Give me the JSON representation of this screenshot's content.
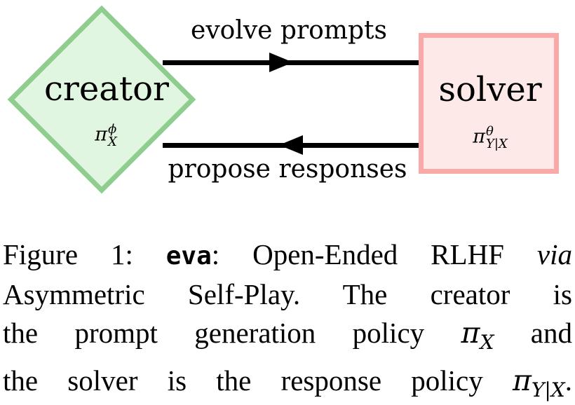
{
  "colors": {
    "green_border": "#8fcd8f",
    "green_fill": "#e0f6e0",
    "pink_border": "#f9a9a7",
    "pink_fill": "#fdeae8",
    "ink": "#000000",
    "bg": "#ffffff"
  },
  "diagram": {
    "creator": {
      "label": "creator",
      "symbol_base": "π",
      "symbol_sup": "ϕ",
      "symbol_sub": "X"
    },
    "solver": {
      "label": "solver",
      "symbol_base": "π",
      "symbol_sup": "θ",
      "symbol_sub": "Y|X"
    },
    "top_arrow_label": "evolve prompts",
    "bottom_arrow_label": "propose responses"
  },
  "caption": {
    "line1_pre": "Figure 1: ",
    "line1_code": "eva",
    "line1_mid": ": Open-Ended RLHF ",
    "line1_em": "via",
    "line2": "Asymmetric Self-Play.  The creator is",
    "line3_pre": "the prompt generation policy ",
    "line3_math_base": "π",
    "line3_math_sub": "X",
    "line3_post": " and",
    "line4_pre": "the solver is the response policy ",
    "line4_math_base": "π",
    "line4_math_sub": "Y|X",
    "line4_post": "."
  }
}
